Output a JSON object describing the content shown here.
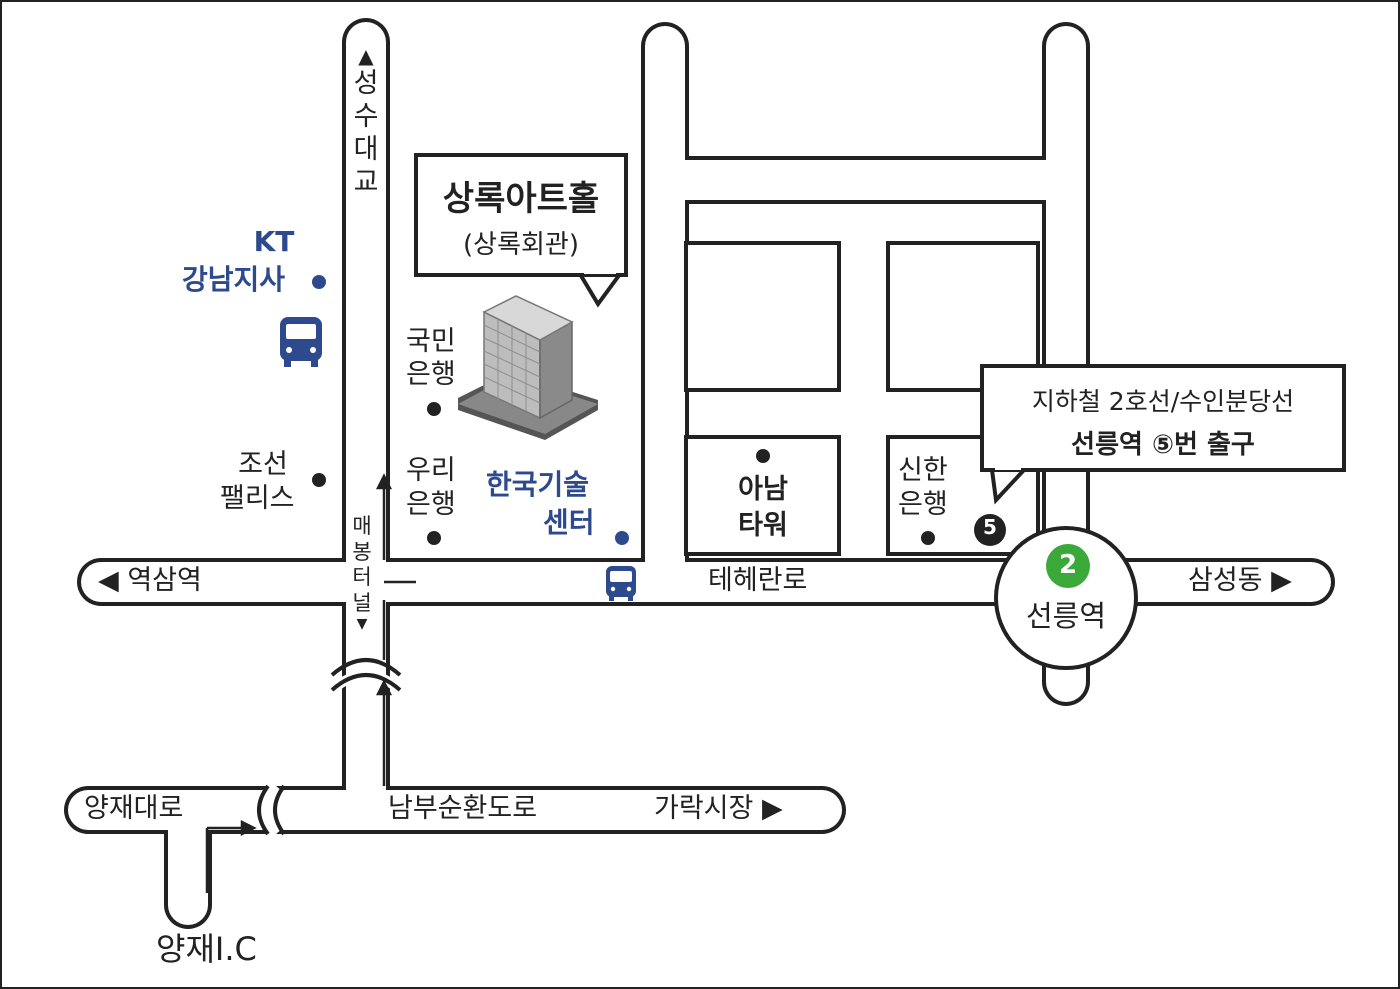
{
  "map": {
    "colors": {
      "road_fill": "#ffffff",
      "road_stroke": "#222222",
      "label_blue": "#2e4a8f",
      "station_green": "#3aa93a",
      "bus_blue": "#2e4a8f"
    },
    "icons": [
      "bus-icon",
      "subway-line-2-badge",
      "exit-5-badge",
      "building-icon",
      "dot-marker",
      "arrow-icon"
    ]
  },
  "callouts": {
    "venue": {
      "name": "상록아트홀",
      "sub": "(상록회관)"
    },
    "station": {
      "line1": "지하철 2호선/수인분당선",
      "line2": "선릉역 ⑤번 출구"
    }
  },
  "places": {
    "kt_line1": "KT",
    "kt_line2": "강남지사",
    "kookmin_line1": "국민",
    "kookmin_line2": "은행",
    "woori_line1": "우리",
    "woori_line2": "은행",
    "hankuk_line1": "한국기술",
    "hankuk_line2": "센터",
    "chosun_line1": "조선",
    "chosun_line2": "팰리스",
    "anam_line1": "아남",
    "anam_line2": "타워",
    "shinhan_line1": "신한",
    "shinhan_line2": "은행"
  },
  "roads": {
    "seongsu_bridge": [
      "▲",
      "성",
      "수",
      "대",
      "교"
    ],
    "maebong_tunnel": [
      "매",
      "봉",
      "터",
      "널",
      "▼"
    ],
    "yeoksam": "◀ 역삼역",
    "teheran": "테헤란로",
    "samseong": "삼성동 ▶",
    "yangjae_daero": "양재대로",
    "nambu_ring": "남부순환도로",
    "garak_market": "가락시장 ▶",
    "yangjae_ic": "양재I.C"
  },
  "station": {
    "line_number": "2",
    "name": "선릉역",
    "exit_number": "5"
  }
}
